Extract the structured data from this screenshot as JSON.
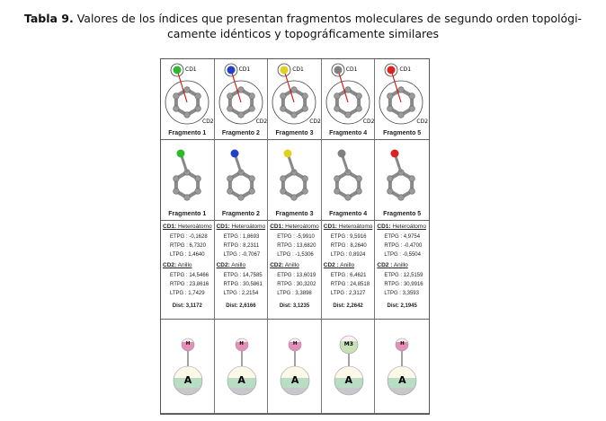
{
  "caption": {
    "label": "Tabla 9.",
    "text": " Valores de los índices que presentan fragmentos moleculares de segundo orden topológi-camente idénticos y topográficamente similares"
  },
  "fragments": [
    {
      "name": "Fragmento 1",
      "color": "#2db82d",
      "cd1": "CD1",
      "cd2": "CD2",
      "h1": "CD1:",
      "h1t": " Heteroátomo",
      "etpg1": "ETPG :  -0,1628",
      "rtpg1": "RTPG :  6,7320",
      "ltpg1": "LTPG :  1,4640",
      "h2": "CD2:",
      "h2t": " Anillo",
      "etpg2": "ETPG : 14,5466",
      "rtpg2": "RTPG : 23,8616",
      "ltpg2": "LTPG :  1,7429",
      "dist": "Dist: 3,1172",
      "node": "H",
      "nodeColor": "#e58fb8",
      "base": "A"
    },
    {
      "name": "Fragmento 2",
      "color": "#2040c8",
      "cd1": "CD1",
      "cd2": "CD2",
      "h1": "CD1:",
      "h1t": " Heteroátomo",
      "etpg1": "ETPG :  1,8693",
      "rtpg1": "RTPG :  8,2311",
      "ltpg1": "LTPG :  -0,7067",
      "h2": "CD2:",
      "h2t": " Anillo",
      "etpg2": "ETPG : 14,7585",
      "rtpg2": "RTPG : 30,5861",
      "ltpg2": "LTPG :  2,2154",
      "dist": "Dist: 2,6166",
      "node": "H",
      "nodeColor": "#e58fb8",
      "base": "A"
    },
    {
      "name": "Fragmento 3",
      "color": "#e0d020",
      "cd1": "CD1",
      "cd2": "CD2",
      "h1": "CD1:",
      "h1t": " Heteroátomo",
      "etpg1": "ETPG :  -5,9910",
      "rtpg1": "RTPG : 13,6820",
      "ltpg1": "LTPG :  -1,5306",
      "h2": "CD2:",
      "h2t": " Anillo",
      "etpg2": "ETPG : 13,6019",
      "rtpg2": "RTPG : 30,3202",
      "ltpg2": "LTPG :  3,3898",
      "dist": "Dist: 3,1235",
      "node": "H",
      "nodeColor": "#e58fb8",
      "base": "A"
    },
    {
      "name": "Fragmento 4",
      "color": "#808080",
      "cd1": "CD1",
      "cd2": "CD2",
      "h1": "CD1:",
      "h1t": " Heteroátomo",
      "etpg1": "ETPG :  9,5916",
      "rtpg1": "RTPG :  8,2640",
      "ltpg1": "LTPG :  0,8924",
      "h2": "CD2 :",
      "h2t": " Anillo",
      "etpg2": "ETPG :  6,4621",
      "rtpg2": "RTPG : 24,8518",
      "ltpg2": "LTPG :  2,3127",
      "dist": "Dist: 2,2642",
      "node": "M3",
      "nodeColor": "#c8e0b8",
      "base": "A"
    },
    {
      "name": "Fragmento 5",
      "color": "#e02020",
      "cd1": "CD1",
      "cd2": "CD2",
      "h1": "CD1:",
      "h1t": " Heteroátomo",
      "etpg1": "ETPG :  4,9754",
      "rtpg1": "RTPG :  -0,4700",
      "ltpg1": "LTPG :  -0,5504",
      "h2": "CD2 :",
      "h2t": " Anillo",
      "etpg2": "ETPG : 12,5159",
      "rtpg2": "RTPG : 30,9916",
      "ltpg2": "LTPG :  3,3593",
      "dist": "Dist: 2,1945",
      "node": "H",
      "nodeColor": "#e58fb8",
      "base": "A"
    }
  ]
}
